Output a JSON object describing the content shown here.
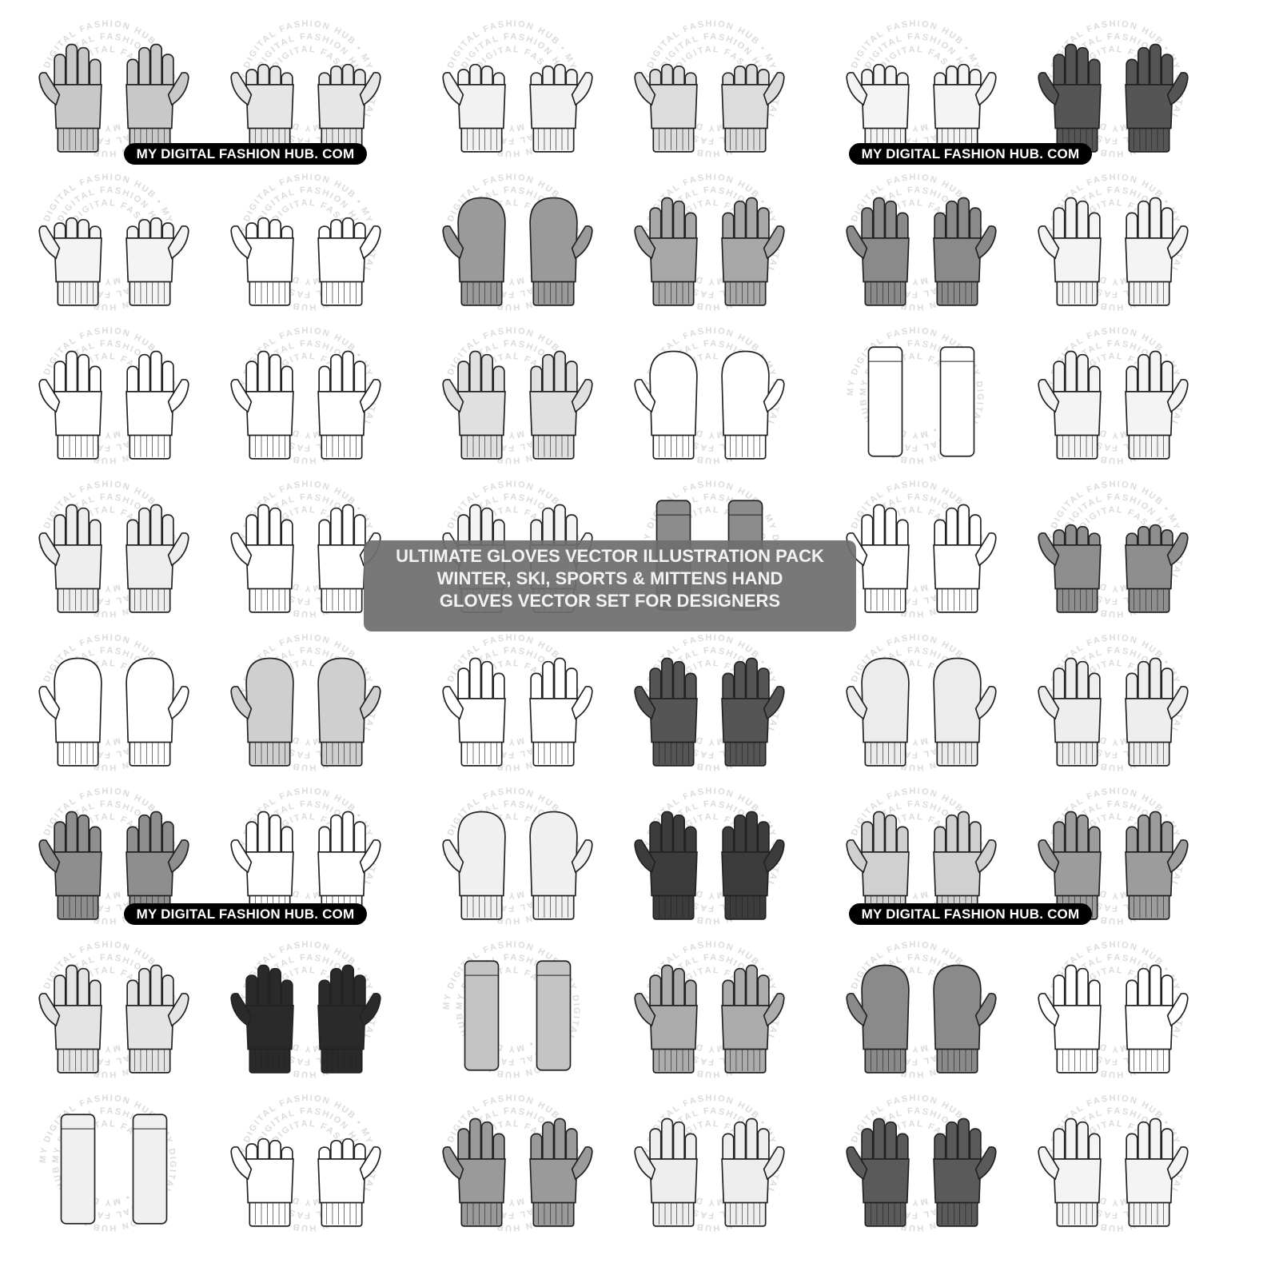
{
  "watermark": "MY DIGITAL FASHION HUB • MY DIGITAL FASHION HUB •",
  "banners": [
    "MY DIGITAL FASHION HUB. COM",
    "MY DIGITAL FASHION HUB. COM",
    "MY DIGITAL FASHION HUB. COM",
    "MY DIGITAL FASHION HUB. COM"
  ],
  "title": {
    "line1": "ULTIMATE GLOVES VECTOR ILLUSTRATION PACK",
    "line2": "WINTER, SKI, SPORTS & MITTENS HAND",
    "line3": "GLOVES VECTOR SET FOR DESIGNERS"
  },
  "colors": {
    "outline": "#222222",
    "banner": "#000000",
    "title_box": "#6e6e6e"
  },
  "gloves": [
    {
      "type": "glove",
      "fill": "#c8c8c8"
    },
    {
      "type": "fingerless",
      "fill": "#e6e6e6"
    },
    {
      "type": "fingerless",
      "fill": "#f2f2f2"
    },
    {
      "type": "fingerless",
      "fill": "#dcdcdc"
    },
    {
      "type": "fingerless",
      "fill": "#f4f4f4"
    },
    {
      "type": "glove",
      "fill": "#555555"
    },
    {
      "type": "fingerless",
      "fill": "#f4f4f4"
    },
    {
      "type": "fingerless",
      "fill": "#ffffff"
    },
    {
      "type": "mitten",
      "fill": "#9a9a9a"
    },
    {
      "type": "glove",
      "fill": "#a8a8a8"
    },
    {
      "type": "glove",
      "fill": "#8a8a8a"
    },
    {
      "type": "glove",
      "fill": "#f4f4f4"
    },
    {
      "type": "glove",
      "fill": "#ffffff"
    },
    {
      "type": "glove",
      "fill": "#ffffff"
    },
    {
      "type": "glove",
      "fill": "#e0e0e0"
    },
    {
      "type": "mitten",
      "fill": "#ffffff"
    },
    {
      "type": "long",
      "fill": "#ffffff"
    },
    {
      "type": "glove",
      "fill": "#f4f4f4"
    },
    {
      "type": "glove",
      "fill": "#eeeeee"
    },
    {
      "type": "glove",
      "fill": "#ffffff"
    },
    {
      "type": "glove",
      "fill": "#f4f4f4"
    },
    {
      "type": "long",
      "fill": "#8c8c8c"
    },
    {
      "type": "glove",
      "fill": "#ffffff"
    },
    {
      "type": "fingerless",
      "fill": "#8e8e8e"
    },
    {
      "type": "mitten",
      "fill": "#ffffff"
    },
    {
      "type": "mitten",
      "fill": "#cfcfcf"
    },
    {
      "type": "glove",
      "fill": "#ffffff"
    },
    {
      "type": "glove",
      "fill": "#555555"
    },
    {
      "type": "mitten",
      "fill": "#ececec"
    },
    {
      "type": "glove",
      "fill": "#eeeeee"
    },
    {
      "type": "glove",
      "fill": "#8e8e8e"
    },
    {
      "type": "glove",
      "fill": "#ffffff"
    },
    {
      "type": "mitten",
      "fill": "#f0f0f0"
    },
    {
      "type": "glove",
      "fill": "#3c3c3c"
    },
    {
      "type": "glove",
      "fill": "#d0d0d0"
    },
    {
      "type": "glove",
      "fill": "#9c9c9c"
    },
    {
      "type": "glove",
      "fill": "#e4e4e4"
    },
    {
      "type": "glove",
      "fill": "#2a2a2a"
    },
    {
      "type": "long",
      "fill": "#c4c4c4"
    },
    {
      "type": "glove",
      "fill": "#acacac"
    },
    {
      "type": "mitten",
      "fill": "#8a8a8a"
    },
    {
      "type": "glove",
      "fill": "#ffffff"
    },
    {
      "type": "long",
      "fill": "#f0f0f0"
    },
    {
      "type": "fingerless",
      "fill": "#ffffff"
    },
    {
      "type": "glove",
      "fill": "#9a9a9a"
    },
    {
      "type": "glove",
      "fill": "#eeeeee"
    },
    {
      "type": "glove",
      "fill": "#5a5a5a"
    },
    {
      "type": "glove",
      "fill": "#f4f4f4"
    }
  ]
}
